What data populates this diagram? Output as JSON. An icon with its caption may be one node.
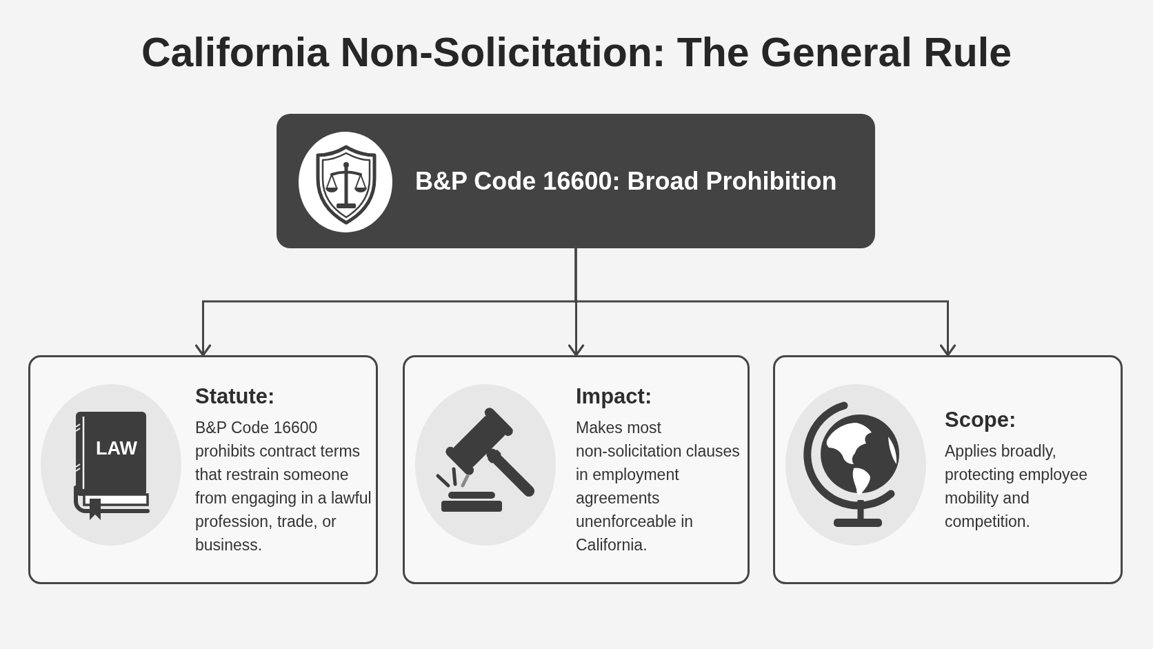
{
  "diagram": {
    "title": "California Non-Solicitation: The General Rule",
    "nodes": [
      {
        "text": [
          "B&P Code 16600: Broad Prohibition"
        ]
      },
      {
        "text": [
          "Statute:",
          "B&P Code 16600 prohibits contract terms that restrain someone from engaging in a lawful profession, trade, or business."
        ]
      },
      {
        "text": [
          "Impact:",
          "Makes most non-solicitation clauses in employment agreements unenforceable in California."
        ]
      },
      {
        "text": [
          "Scope:",
          "Applies broadly, protecting employee mobility and competition."
        ]
      }
    ],
    "edges": [
      {
        "from": 0,
        "to": 1,
        "arrow": "to"
      },
      {
        "from": 0,
        "to": 2,
        "arrow": "to"
      },
      {
        "from": 0,
        "to": 3,
        "arrow": "to"
      }
    ],
    "labels": [
      "LAW"
    ]
  }
}
